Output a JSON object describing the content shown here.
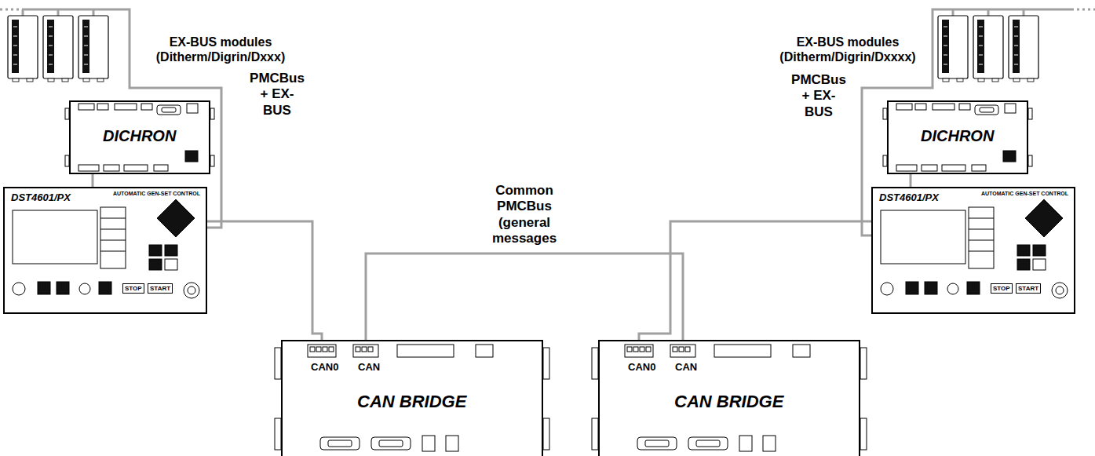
{
  "diagram": {
    "nodes": [
      {
        "text": [
          "DICHRON"
        ]
      },
      {
        "text": [
          "DST4601/PX",
          "AUTOMATIC GEN-SET CONTROL",
          "STOP",
          "START"
        ]
      },
      {
        "text": [
          "CAN0",
          "CAN",
          "CAN BRIDGE"
        ]
      },
      {
        "text": [
          "CAN0",
          "CAN",
          "CAN BRIDGE"
        ]
      },
      {
        "text": [
          "DICHRON"
        ]
      },
      {
        "text": [
          "DST4601/PX",
          "AUTOMATIC GEN-SET CONTROL",
          "STOP",
          "START"
        ]
      }
    ],
    "edges": [
      {
        "from": 0,
        "to": 1,
        "arrow": "none"
      },
      {
        "from": 1,
        "to": 2,
        "arrow": "none"
      },
      {
        "from": 2,
        "to": 3,
        "arrow": "none",
        "label": "Common PMCBus (general messages"
      },
      {
        "from": 3,
        "to": 5,
        "arrow": "none"
      },
      {
        "from": 4,
        "to": 5,
        "arrow": "none"
      }
    ],
    "labels": [
      "EX-BUS modules (Ditherm/Digrin/Dxxx)",
      "PMCBus + EX-BUS",
      "EX-BUS modules (Ditherm/Digrin/Dxxxx)",
      "PMCBus + EX-BUS"
    ]
  }
}
